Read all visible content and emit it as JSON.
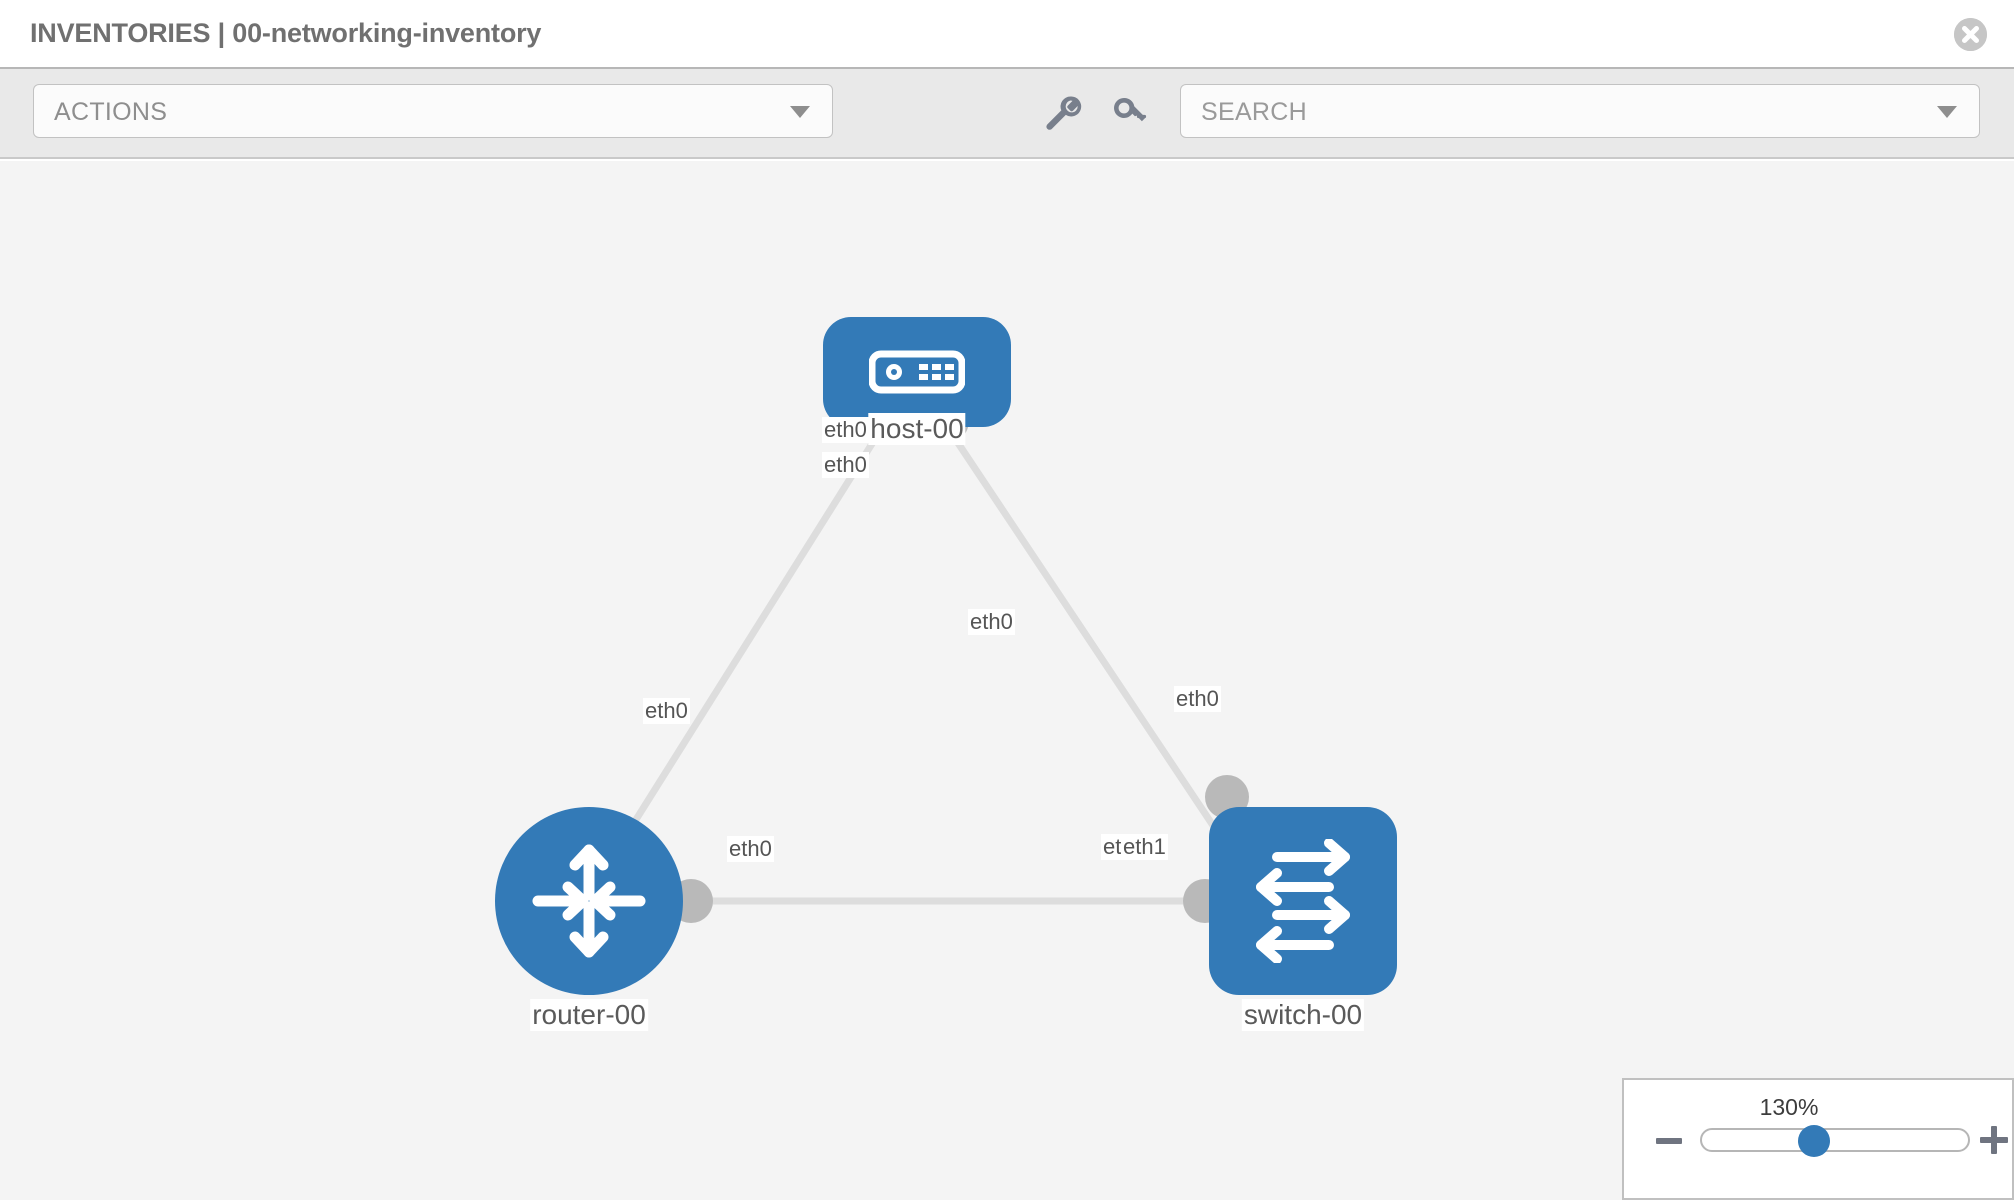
{
  "header": {
    "title": "INVENTORIES | 00-networking-inventory",
    "close_icon": "close-circle-icon"
  },
  "toolbar": {
    "actions_label": "ACTIONS",
    "actions_caret_icon": "chevron-down-icon",
    "wrench_icon": "wrench-icon",
    "key_icon": "key-icon",
    "search_placeholder": "SEARCH",
    "search_caret_icon": "chevron-down-icon"
  },
  "topology": {
    "nodes": [
      {
        "id": "host-00",
        "label": "host-00",
        "icon": "server-icon",
        "shape": "rounded-rect",
        "color": "#337ab7"
      },
      {
        "id": "router-00",
        "label": "router-00",
        "icon": "router-arrows-icon",
        "shape": "circle",
        "color": "#337ab7"
      },
      {
        "id": "switch-00",
        "label": "switch-00",
        "icon": "switch-arrows-icon",
        "shape": "rounded-square",
        "color": "#337ab7"
      }
    ],
    "links": [
      {
        "from": "router-00",
        "from_if": "eth0",
        "to": "host-00",
        "to_if": "eth0"
      },
      {
        "from": "host-00",
        "from_if": "eth0",
        "to": "switch-00",
        "to_if": "eth0"
      },
      {
        "from": "router-00",
        "from_if": "eth0",
        "to": "switch-00",
        "to_if": "eth1"
      }
    ],
    "interface_labels": {
      "host_left": "eth0",
      "host_right": "eth0",
      "router_up": "eth0",
      "switch_up": "eth0",
      "router_right": "eth0",
      "switch_left_a": "eth",
      "switch_left_b": "eth1"
    }
  },
  "zoom_control": {
    "percent": "130%",
    "minus_icon": "minus-icon",
    "plus_icon": "plus-icon",
    "slider_value": 67
  }
}
